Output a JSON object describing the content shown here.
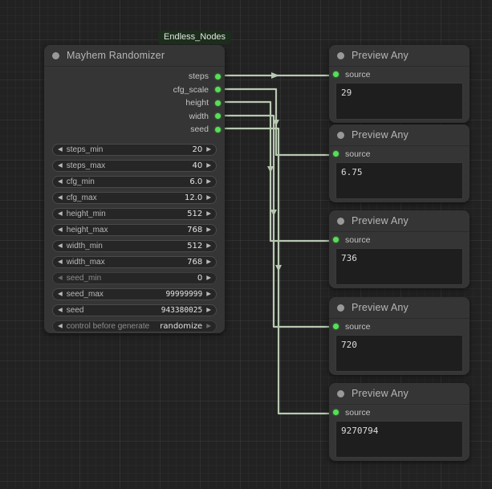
{
  "canvas": {
    "badge_label": "Endless_Nodes",
    "link_color": "#b8c9b2",
    "slot_color": "#55e055",
    "background": "#222222"
  },
  "main_node": {
    "title": "Mayhem Randomizer",
    "outputs": [
      {
        "label": "steps"
      },
      {
        "label": "cfg_scale"
      },
      {
        "label": "height"
      },
      {
        "label": "width"
      },
      {
        "label": "seed"
      }
    ],
    "widgets": [
      {
        "name": "steps_min",
        "value": "20"
      },
      {
        "name": "steps_max",
        "value": "40"
      },
      {
        "name": "cfg_min",
        "value": "6.0"
      },
      {
        "name": "cfg_max",
        "value": "12.0"
      },
      {
        "name": "height_min",
        "value": "512"
      },
      {
        "name": "height_max",
        "value": "768"
      },
      {
        "name": "width_min",
        "value": "512"
      },
      {
        "name": "width_max",
        "value": "768"
      },
      {
        "name": "seed_min",
        "value": "0"
      },
      {
        "name": "seed_max",
        "value": "99999999"
      },
      {
        "name": "seed",
        "value": "943380025"
      },
      {
        "name": "control before generate",
        "value": "randomize"
      }
    ],
    "arrow_left": "◀",
    "arrow_right": "▶"
  },
  "previews": [
    {
      "title": "Preview Any",
      "input_label": "source",
      "text": "29"
    },
    {
      "title": "Preview Any",
      "input_label": "source",
      "text": "6.75"
    },
    {
      "title": "Preview Any",
      "input_label": "source",
      "text": "736"
    },
    {
      "title": "Preview Any",
      "input_label": "source",
      "text": "720"
    },
    {
      "title": "Preview Any",
      "input_label": "source",
      "text": "9270794"
    }
  ]
}
